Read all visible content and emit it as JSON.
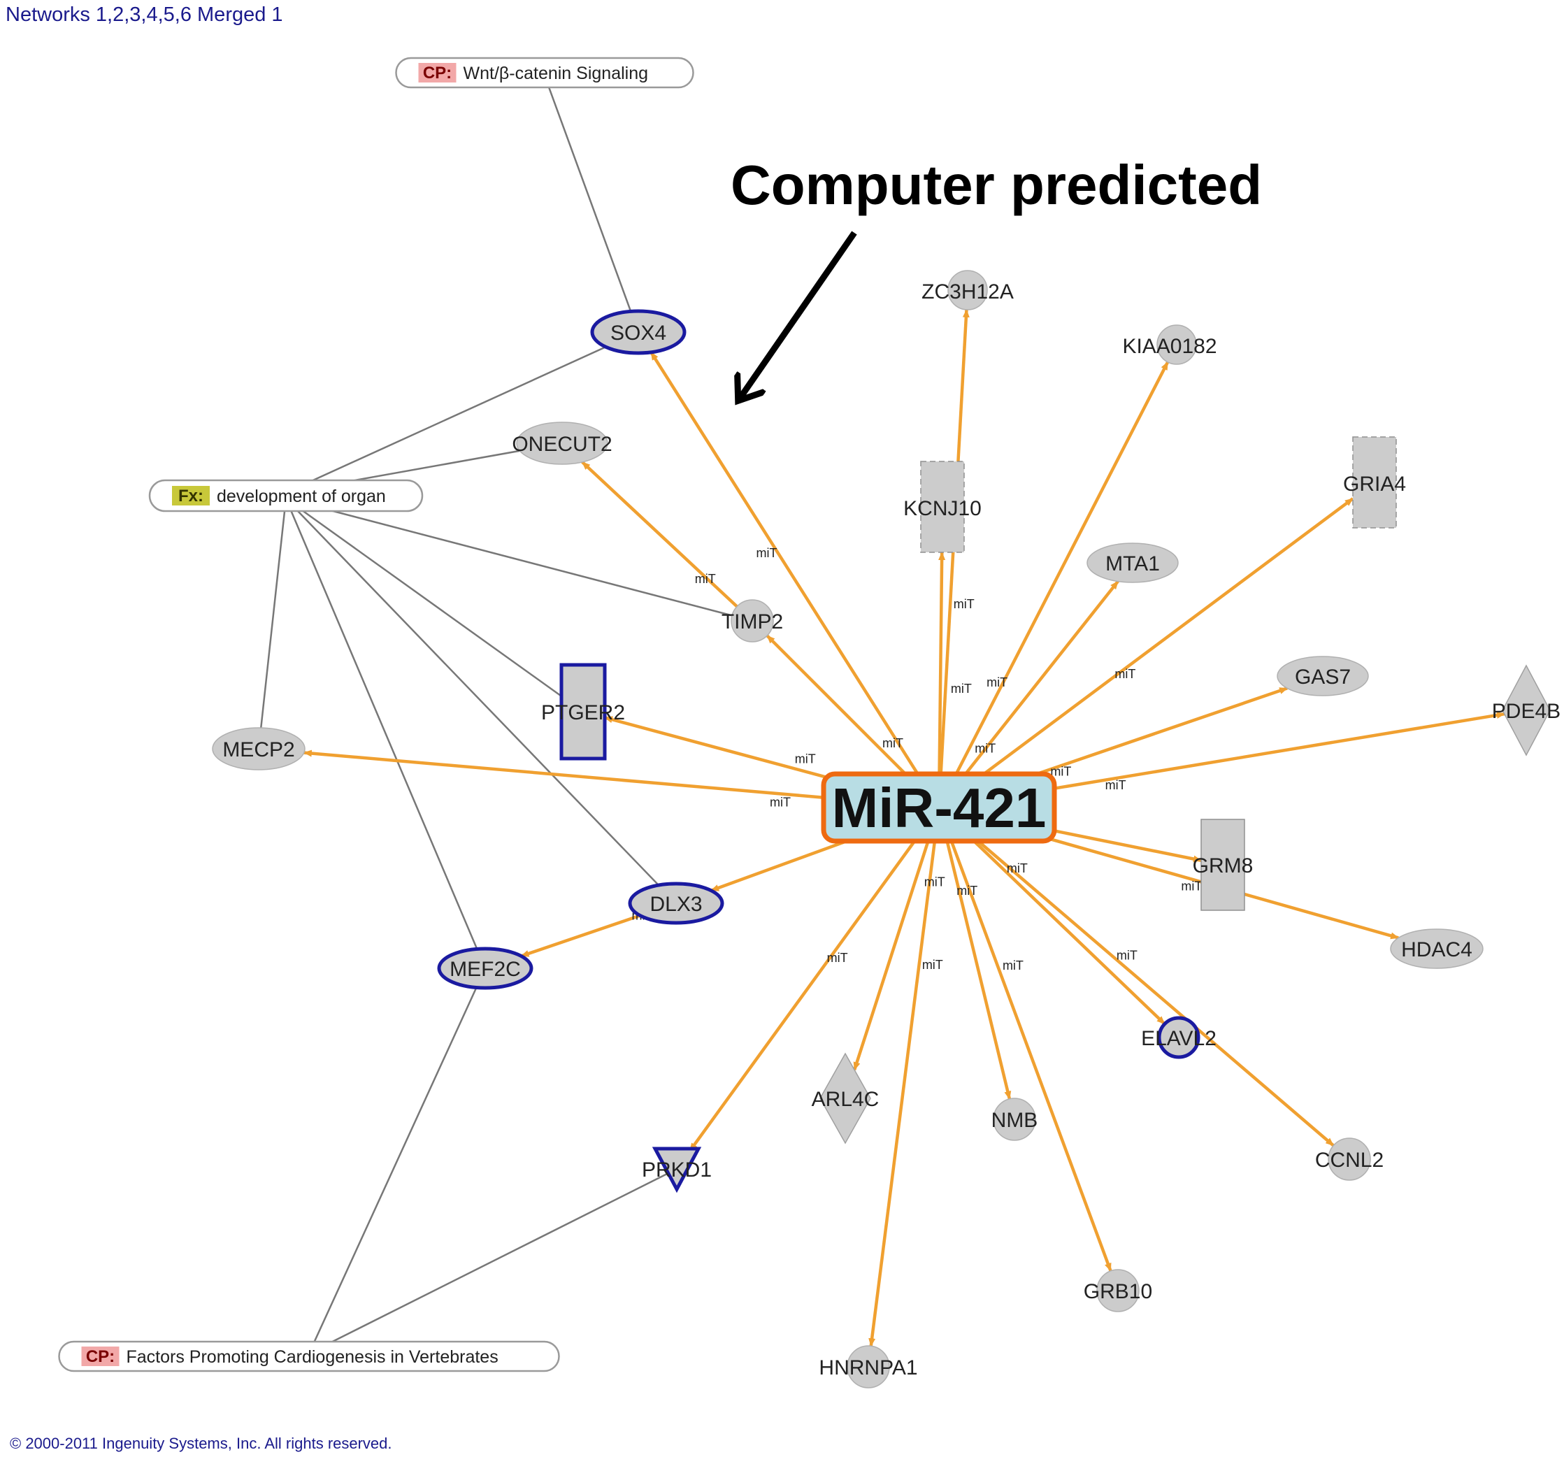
{
  "title": "Networks 1,2,3,4,5,6 Merged 1",
  "annotation": "Computer predicted",
  "copyright": "© 2000-2011 Ingenuity Systems, Inc. All rights reserved.",
  "hub": {
    "id": "MIR421",
    "label": "MiR-421"
  },
  "edge_label": "miT",
  "colors": {
    "target_edge": "#f0a030",
    "function_edge": "#777777",
    "node_fill": "#cccccc",
    "highlight_border": "#1a1aa0",
    "hub_fill": "#b8dde4",
    "hub_border": "#ee6a10",
    "cp_tag": "#f2a8a8",
    "fx_tag": "#c8c83a"
  },
  "nodes": [
    {
      "id": "ZC3H12A",
      "label": "ZC3H12A",
      "shape": "circle",
      "highlight": false
    },
    {
      "id": "KIAA0182",
      "label": "KIAA0182",
      "shape": "circle",
      "highlight": false
    },
    {
      "id": "GRIA4",
      "label": "GRIA4",
      "shape": "dashed-rect",
      "highlight": false
    },
    {
      "id": "KCNJ10",
      "label": "KCNJ10",
      "shape": "dashed-rect",
      "highlight": false
    },
    {
      "id": "MTA1",
      "label": "MTA1",
      "shape": "ellipse",
      "highlight": false
    },
    {
      "id": "GAS7",
      "label": "GAS7",
      "shape": "ellipse",
      "highlight": false
    },
    {
      "id": "PDE4B",
      "label": "PDE4B",
      "shape": "diamond",
      "highlight": false
    },
    {
      "id": "SOX4",
      "label": "SOX4",
      "shape": "ellipse",
      "highlight": true
    },
    {
      "id": "ONECUT2",
      "label": "ONECUT2",
      "shape": "ellipse",
      "highlight": false
    },
    {
      "id": "TIMP2",
      "label": "TIMP2",
      "shape": "circle",
      "highlight": false
    },
    {
      "id": "PTGER2",
      "label": "PTGER2",
      "shape": "rect",
      "highlight": true
    },
    {
      "id": "MECP2",
      "label": "MECP2",
      "shape": "ellipse",
      "highlight": false
    },
    {
      "id": "DLX3",
      "label": "DLX3",
      "shape": "ellipse",
      "highlight": true
    },
    {
      "id": "MEF2C",
      "label": "MEF2C",
      "shape": "ellipse",
      "highlight": true
    },
    {
      "id": "GRM8",
      "label": "GRM8",
      "shape": "rect",
      "highlight": false
    },
    {
      "id": "HDAC4",
      "label": "HDAC4",
      "shape": "ellipse",
      "highlight": false
    },
    {
      "id": "ELAVL2",
      "label": "ELAVL2",
      "shape": "circle",
      "highlight": true
    },
    {
      "id": "CCNL2",
      "label": "CCNL2",
      "shape": "circle",
      "highlight": false
    },
    {
      "id": "ARL4C",
      "label": "ARL4C",
      "shape": "diamond",
      "highlight": false
    },
    {
      "id": "NMB",
      "label": "NMB",
      "shape": "circle",
      "highlight": false
    },
    {
      "id": "GRB10",
      "label": "GRB10",
      "shape": "circle",
      "highlight": false
    },
    {
      "id": "HNRNPA1",
      "label": "HNRNPA1",
      "shape": "circle",
      "highlight": false
    },
    {
      "id": "PRKD1",
      "label": "PRKD1",
      "shape": "triangle",
      "highlight": true
    }
  ],
  "functions": [
    {
      "id": "wnt",
      "tag": "CP:",
      "label": "Wnt/β-catenin Signaling",
      "type": "cp"
    },
    {
      "id": "dev",
      "tag": "Fx:",
      "label": "development of organ",
      "type": "fx"
    },
    {
      "id": "cardio",
      "tag": "CP:",
      "label": "Factors Promoting Cardiogenesis in Vertebrates",
      "type": "cp"
    }
  ],
  "target_edges": [
    {
      "from": "MIR421",
      "to": "SOX4"
    },
    {
      "from": "MIR421",
      "to": "ZC3H12A"
    },
    {
      "from": "MIR421",
      "to": "KIAA0182"
    },
    {
      "from": "MIR421",
      "to": "GRIA4"
    },
    {
      "from": "MIR421",
      "to": "KCNJ10"
    },
    {
      "from": "MIR421",
      "to": "MTA1"
    },
    {
      "from": "MIR421",
      "to": "GAS7"
    },
    {
      "from": "MIR421",
      "to": "PDE4B"
    },
    {
      "from": "MIR421",
      "to": "TIMP2"
    },
    {
      "from": "TIMP2",
      "to": "ONECUT2"
    },
    {
      "from": "MIR421",
      "to": "PTGER2"
    },
    {
      "from": "MIR421",
      "to": "MECP2"
    },
    {
      "from": "MIR421",
      "to": "DLX3"
    },
    {
      "from": "DLX3",
      "to": "MEF2C"
    },
    {
      "from": "MIR421",
      "to": "GRM8"
    },
    {
      "from": "MIR421",
      "to": "HDAC4"
    },
    {
      "from": "MIR421",
      "to": "ELAVL2"
    },
    {
      "from": "MIR421",
      "to": "CCNL2"
    },
    {
      "from": "MIR421",
      "to": "ARL4C"
    },
    {
      "from": "MIR421",
      "to": "NMB"
    },
    {
      "from": "MIR421",
      "to": "GRB10"
    },
    {
      "from": "MIR421",
      "to": "HNRNPA1"
    },
    {
      "from": "MIR421",
      "to": "PRKD1"
    }
  ],
  "function_edges": [
    {
      "from": "wnt",
      "to": "SOX4"
    },
    {
      "from": "dev",
      "to": "SOX4"
    },
    {
      "from": "dev",
      "to": "ONECUT2"
    },
    {
      "from": "dev",
      "to": "TIMP2"
    },
    {
      "from": "dev",
      "to": "PTGER2"
    },
    {
      "from": "dev",
      "to": "DLX3"
    },
    {
      "from": "dev",
      "to": "MEF2C"
    },
    {
      "from": "dev",
      "to": "MECP2"
    },
    {
      "from": "cardio",
      "to": "MEF2C"
    },
    {
      "from": "cardio",
      "to": "PRKD1"
    }
  ]
}
